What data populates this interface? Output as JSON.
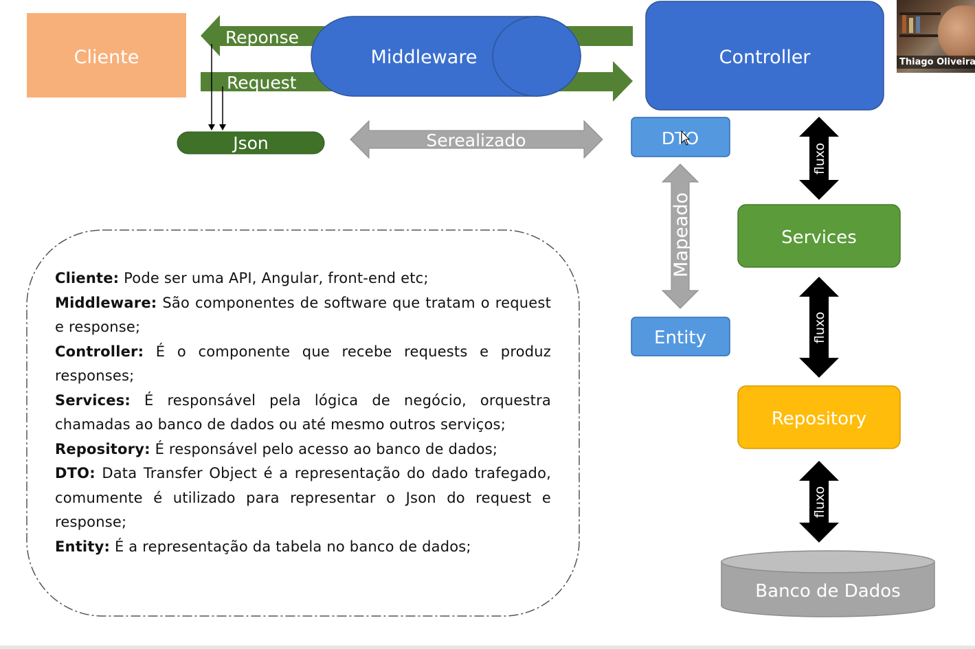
{
  "diagram": {
    "cliente": "Cliente",
    "reponse": "Reponse",
    "request": "Request",
    "middleware": "Middleware",
    "controller": "Controller",
    "json": "Json",
    "serealizado": "Serealizado",
    "dto": "DTO",
    "mapeado": "Mapeado",
    "entity": "Entity",
    "services": "Services",
    "repository": "Repository",
    "banco": "Banco de Dados",
    "fluxo_1": "fluxo",
    "fluxo_2": "fluxo",
    "fluxo_3": "fluxo"
  },
  "definitions": [
    {
      "term": "Cliente:",
      "text": " Pode ser uma API, Angular, front-end etc;"
    },
    {
      "term": "Middleware:",
      "text": " São componentes de software que tratam o request e response;"
    },
    {
      "term": "Controller:",
      "text": " É o componente que recebe requests e produz responses;"
    },
    {
      "term": "Services:",
      "text": " É responsável pela lógica de negócio, orquestra chamadas ao banco de dados ou até mesmo outros serviços;"
    },
    {
      "term": "Repository:",
      "text": " É responsável pelo acesso ao banco de dados;"
    },
    {
      "term": "DTO:",
      "text": " Data Transfer Object é a representação do dado trafegado, comumente é utilizado para representar o Json do request e response;"
    },
    {
      "term": "Entity:",
      "text": " É a representação da tabela no banco de dados;"
    }
  ],
  "webcam": {
    "name": "Thiago Oliveira"
  },
  "colors": {
    "cliente": "#F8B07A",
    "green_arrow": "#548235",
    "middleware": "#3A6FD0",
    "controller": "#3A6FD0",
    "dto_entity": "#5499E0",
    "gray": "#A6A6A6",
    "services": "#5B9B3A",
    "repository": "#FFBC0A",
    "banco": "#A5A5A5"
  }
}
